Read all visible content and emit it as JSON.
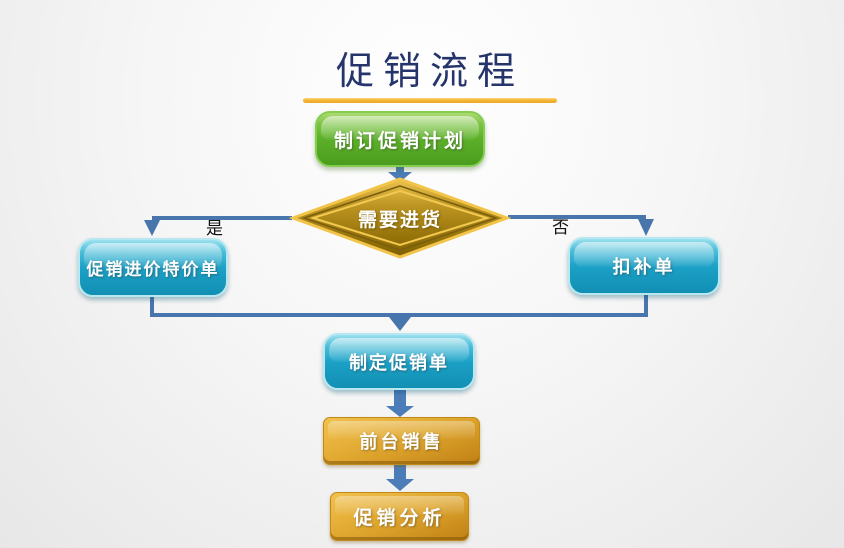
{
  "title": {
    "text": "促销流程"
  },
  "flowchart": {
    "nodes": {
      "plan": {
        "label": "制订促销计划",
        "shape": "rounded-rect",
        "color": "#5cb029"
      },
      "decision": {
        "label": "需要进货",
        "shape": "diamond",
        "color": "#a8830e"
      },
      "special_price": {
        "label": "促销进价特价单",
        "shape": "rounded-rect",
        "color": "#1ba0c6"
      },
      "supplement": {
        "label": "扣补单",
        "shape": "rounded-rect",
        "color": "#1ba0c6"
      },
      "promo_sheet": {
        "label": "制定促销单",
        "shape": "rounded-rect",
        "color": "#1ba0c6"
      },
      "front_desk": {
        "label": "前台销售",
        "shape": "rect",
        "color": "#e0a72f"
      },
      "analysis": {
        "label": "促销分析",
        "shape": "rect",
        "color": "#e0a72f"
      }
    },
    "branch_labels": {
      "yes": "是",
      "no": "否"
    },
    "colors": {
      "connector": "#4876ac",
      "title_text": "#25356b",
      "title_underline": "#f3b439",
      "diamond_border": "#f2c44a"
    }
  }
}
